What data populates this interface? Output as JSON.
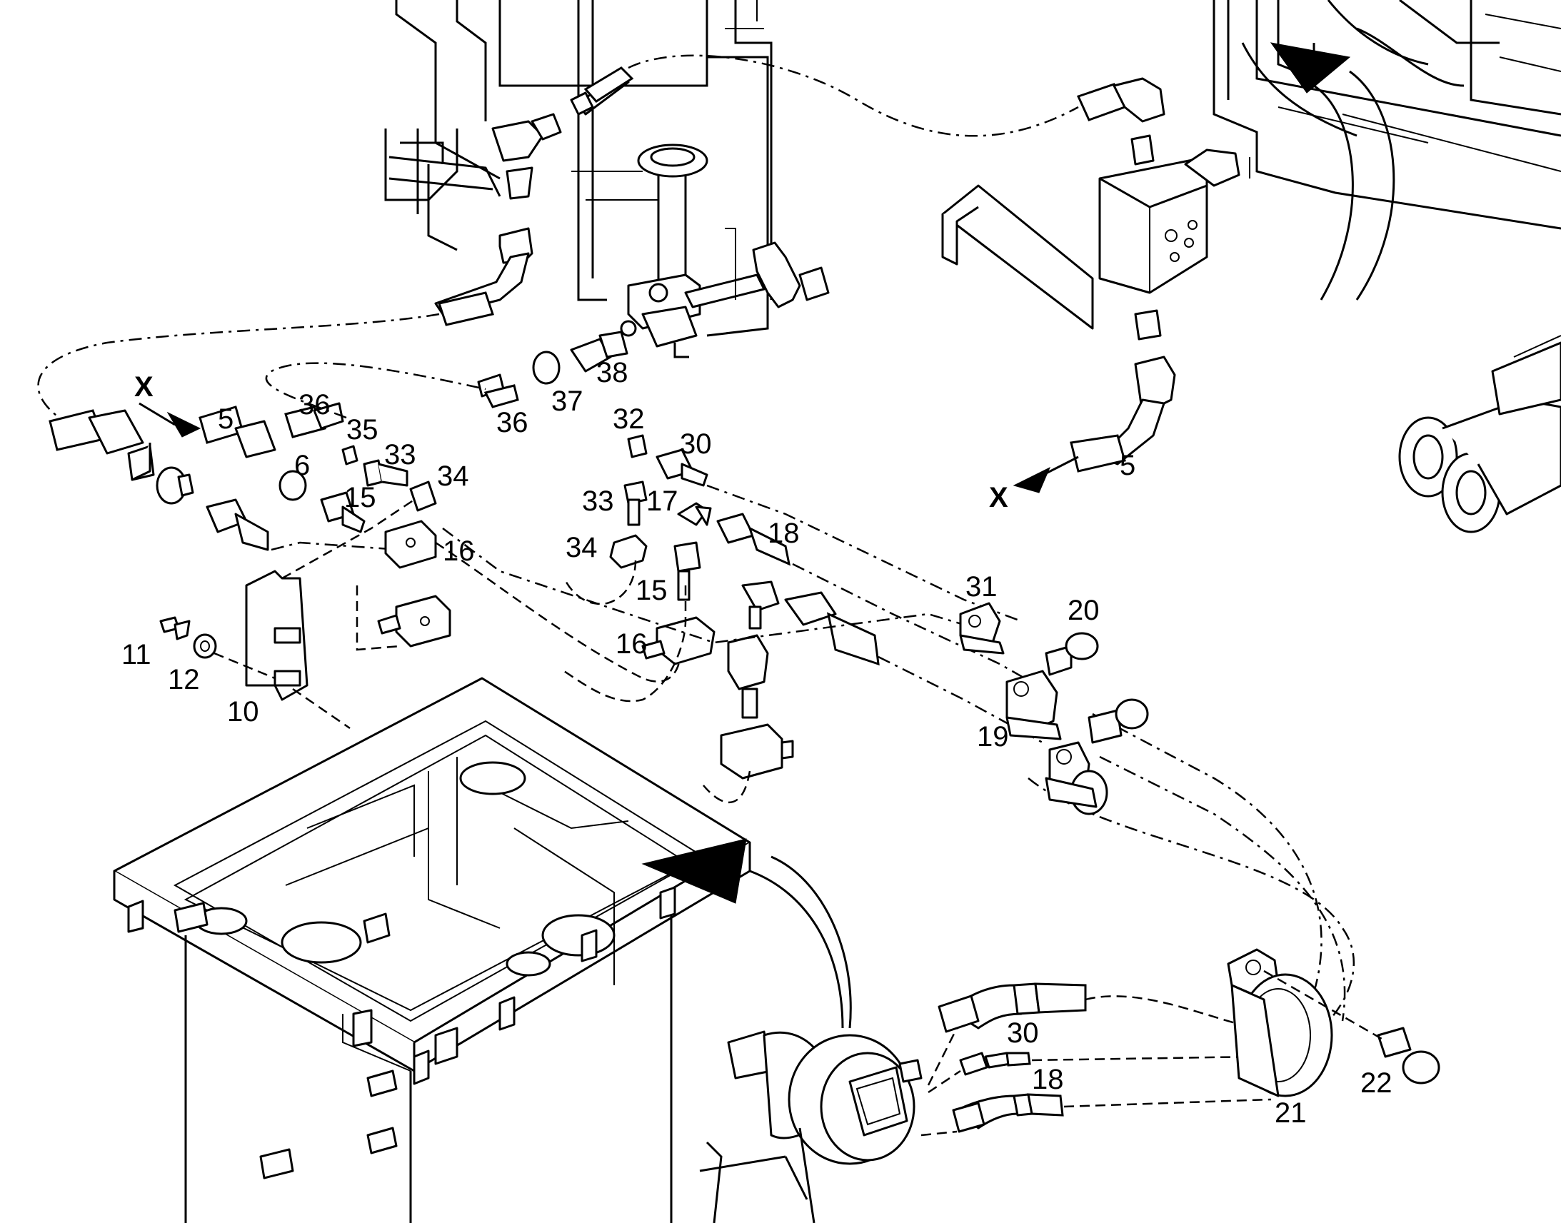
{
  "diagram": {
    "callouts": [
      {
        "id": "x-left",
        "text": "X"
      },
      {
        "id": "x-right",
        "text": "X"
      },
      {
        "id": "c5a",
        "text": "5"
      },
      {
        "id": "c5b",
        "text": "5"
      },
      {
        "id": "c6",
        "text": "6"
      },
      {
        "id": "c10",
        "text": "10"
      },
      {
        "id": "c11",
        "text": "11"
      },
      {
        "id": "c12",
        "text": "12"
      },
      {
        "id": "c15a",
        "text": "15"
      },
      {
        "id": "c15b",
        "text": "15"
      },
      {
        "id": "c16a",
        "text": "16"
      },
      {
        "id": "c16b",
        "text": "16"
      },
      {
        "id": "c17",
        "text": "17"
      },
      {
        "id": "c18a",
        "text": "18"
      },
      {
        "id": "c18b",
        "text": "18"
      },
      {
        "id": "c19",
        "text": "19"
      },
      {
        "id": "c20",
        "text": "20"
      },
      {
        "id": "c21",
        "text": "21"
      },
      {
        "id": "c22",
        "text": "22"
      },
      {
        "id": "c30a",
        "text": "30"
      },
      {
        "id": "c30b",
        "text": "30"
      },
      {
        "id": "c31",
        "text": "31"
      },
      {
        "id": "c32",
        "text": "32"
      },
      {
        "id": "c33a",
        "text": "33"
      },
      {
        "id": "c33b",
        "text": "33"
      },
      {
        "id": "c34a",
        "text": "34"
      },
      {
        "id": "c34b",
        "text": "34"
      },
      {
        "id": "c35",
        "text": "35"
      },
      {
        "id": "c36a",
        "text": "36"
      },
      {
        "id": "c36b",
        "text": "36"
      },
      {
        "id": "c37",
        "text": "37"
      },
      {
        "id": "c38",
        "text": "38"
      }
    ]
  },
  "colors": {
    "line": "#000000",
    "background": "#ffffff"
  }
}
